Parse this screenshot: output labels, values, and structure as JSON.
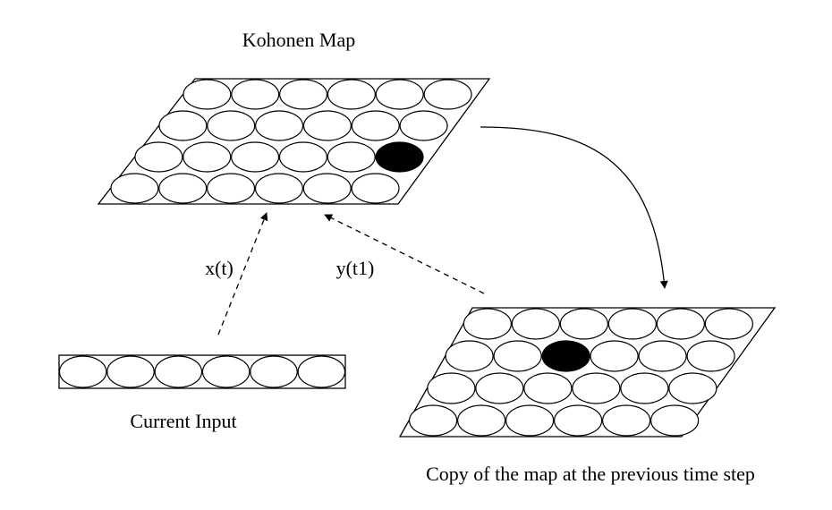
{
  "labels": {
    "kohonen_map_title": "Kohonen Map",
    "input_vector_caption": "Current Input",
    "previous_map_caption": "Copy of the map at the previous time step",
    "input_arrow_label": "x(t)",
    "feedback_arrow_label": "y(t1)"
  },
  "maps": {
    "kohonen_map": {
      "rows": 4,
      "cols": 6,
      "winner": {
        "row": 2,
        "col": 5
      }
    },
    "previous_map": {
      "rows": 4,
      "cols": 6,
      "winner": {
        "row": 1,
        "col": 2
      }
    }
  },
  "input_vector": {
    "cells": 6
  },
  "colors": {
    "stroke": "#000000",
    "neuron_fill": "#ffffff",
    "winner_fill": "#000000"
  }
}
